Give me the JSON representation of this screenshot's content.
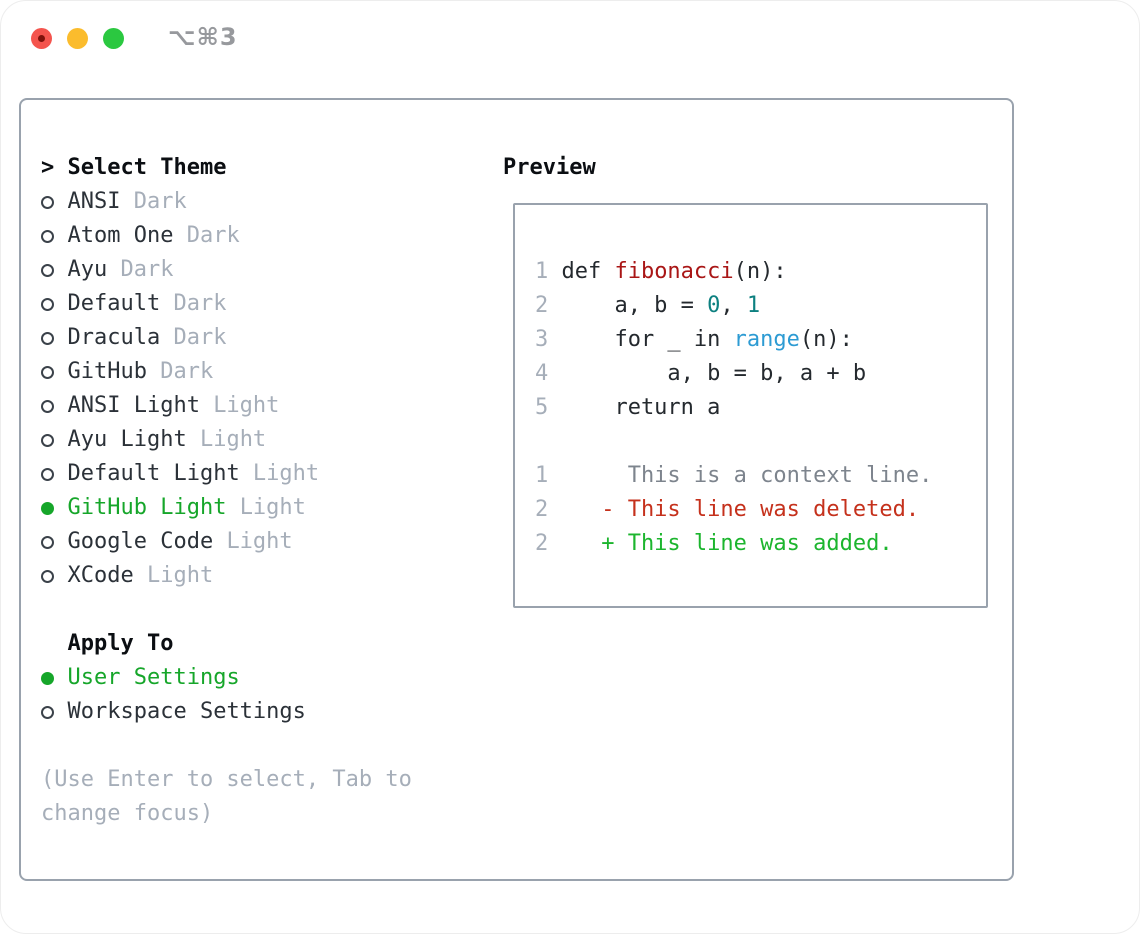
{
  "window": {
    "title": "⌥⌘3",
    "traffic_lights": {
      "close": "close",
      "minimize": "minimize",
      "zoom": "zoom"
    }
  },
  "colors": {
    "accent_green": "#16a62a",
    "muted_gray": "#a6aeb9",
    "border_gray": "#99a2ad",
    "function_red": "#a91616",
    "builtin_blue": "#2d9bd3",
    "number_teal": "#0d8080",
    "deleted_red": "#c5311c",
    "added_green": "#1cb52e"
  },
  "theme_picker": {
    "prompt": ">",
    "title": "Select Theme",
    "items": [
      {
        "name": "ANSI",
        "variant": "Dark",
        "selected": false
      },
      {
        "name": "Atom One",
        "variant": "Dark",
        "selected": false
      },
      {
        "name": "Ayu",
        "variant": "Dark",
        "selected": false
      },
      {
        "name": "Default",
        "variant": "Dark",
        "selected": false
      },
      {
        "name": "Dracula",
        "variant": "Dark",
        "selected": false
      },
      {
        "name": "GitHub",
        "variant": "Dark",
        "selected": false
      },
      {
        "name": "ANSI Light",
        "variant": "Light",
        "selected": false
      },
      {
        "name": "Ayu Light",
        "variant": "Light",
        "selected": false
      },
      {
        "name": "Default Light",
        "variant": "Light",
        "selected": false
      },
      {
        "name": "GitHub Light",
        "variant": "Light",
        "selected": true
      },
      {
        "name": "Google Code",
        "variant": "Light",
        "selected": false
      },
      {
        "name": "XCode",
        "variant": "Light",
        "selected": false
      }
    ],
    "apply_to": {
      "title": "Apply To",
      "options": [
        {
          "label": "User Settings",
          "selected": true
        },
        {
          "label": "Workspace Settings",
          "selected": false
        }
      ]
    },
    "hint": "(Use Enter to select, Tab to change focus)"
  },
  "preview": {
    "title": "Preview",
    "code_lines": [
      {
        "num": "1",
        "tokens": [
          {
            "t": "def ",
            "c": "plain"
          },
          {
            "t": "fibonacci",
            "c": "function"
          },
          {
            "t": "(n):",
            "c": "plain"
          }
        ]
      },
      {
        "num": "2",
        "tokens": [
          {
            "t": "    a, b = ",
            "c": "plain"
          },
          {
            "t": "0",
            "c": "number"
          },
          {
            "t": ", ",
            "c": "plain"
          },
          {
            "t": "1",
            "c": "number"
          }
        ]
      },
      {
        "num": "3",
        "tokens": [
          {
            "t": "    for _ in ",
            "c": "plain"
          },
          {
            "t": "range",
            "c": "builtin"
          },
          {
            "t": "(n):",
            "c": "plain"
          }
        ]
      },
      {
        "num": "4",
        "tokens": [
          {
            "t": "        a, b = b, a + b",
            "c": "plain"
          }
        ]
      },
      {
        "num": "5",
        "tokens": [
          {
            "t": "    return a",
            "c": "plain"
          }
        ]
      }
    ],
    "diff_lines": [
      {
        "num": "1",
        "marker": " ",
        "text": "This is a context line.",
        "kind": "context"
      },
      {
        "num": "2",
        "marker": "-",
        "text": "This line was deleted.",
        "kind": "deleted"
      },
      {
        "num": "2",
        "marker": "+",
        "text": "This line was added.",
        "kind": "added"
      }
    ]
  }
}
